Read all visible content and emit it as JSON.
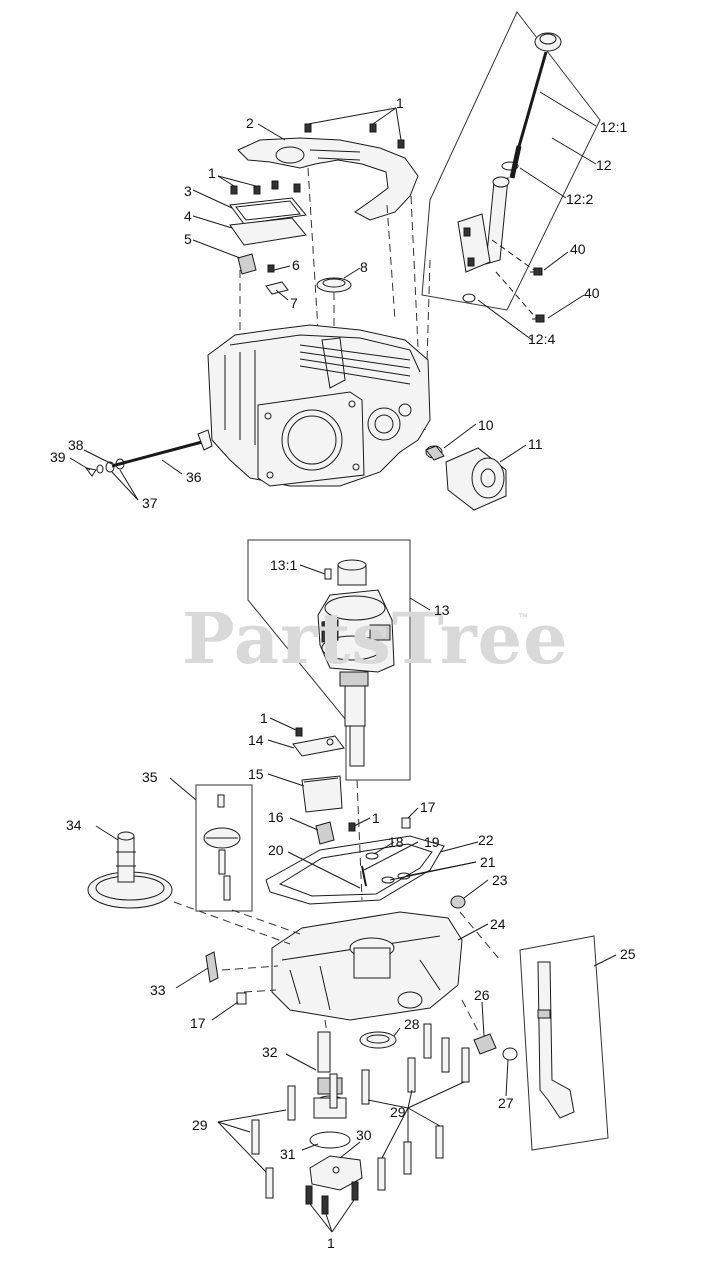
{
  "watermark": {
    "text": "PartsTree",
    "trademark": "™"
  },
  "callouts": {
    "c1a": "1",
    "c2": "2",
    "c1b": "1",
    "c3": "3",
    "c4": "4",
    "c5": "5",
    "c6": "6",
    "c7": "7",
    "c8": "8",
    "c12_1": "12:1",
    "c12": "12",
    "c12_2": "12:2",
    "c40a": "40",
    "c40b": "40",
    "c12_4": "12:4",
    "c10": "10",
    "c11": "11",
    "c38": "38",
    "c39": "39",
    "c36": "36",
    "c37": "37",
    "c13_1": "13:1",
    "c13": "13",
    "c1c": "1",
    "c14": "14",
    "c15": "15",
    "c35": "35",
    "c34": "34",
    "c16": "16",
    "c1d": "1",
    "c17a": "17",
    "c18": "18",
    "c19": "19",
    "c20": "20",
    "c22": "22",
    "c21": "21",
    "c23": "23",
    "c24": "24",
    "c25": "25",
    "c33": "33",
    "c17b": "17",
    "c26": "26",
    "c28": "28",
    "c27": "27",
    "c32": "32",
    "c29a": "29",
    "c29b": "29",
    "c31": "31",
    "c30": "30",
    "c1e": "1"
  },
  "colors": {
    "line": "#1a1a1a",
    "part": "#f4f4f4",
    "shade": "#cfcfcf",
    "watermark": "#d9d9d9"
  }
}
